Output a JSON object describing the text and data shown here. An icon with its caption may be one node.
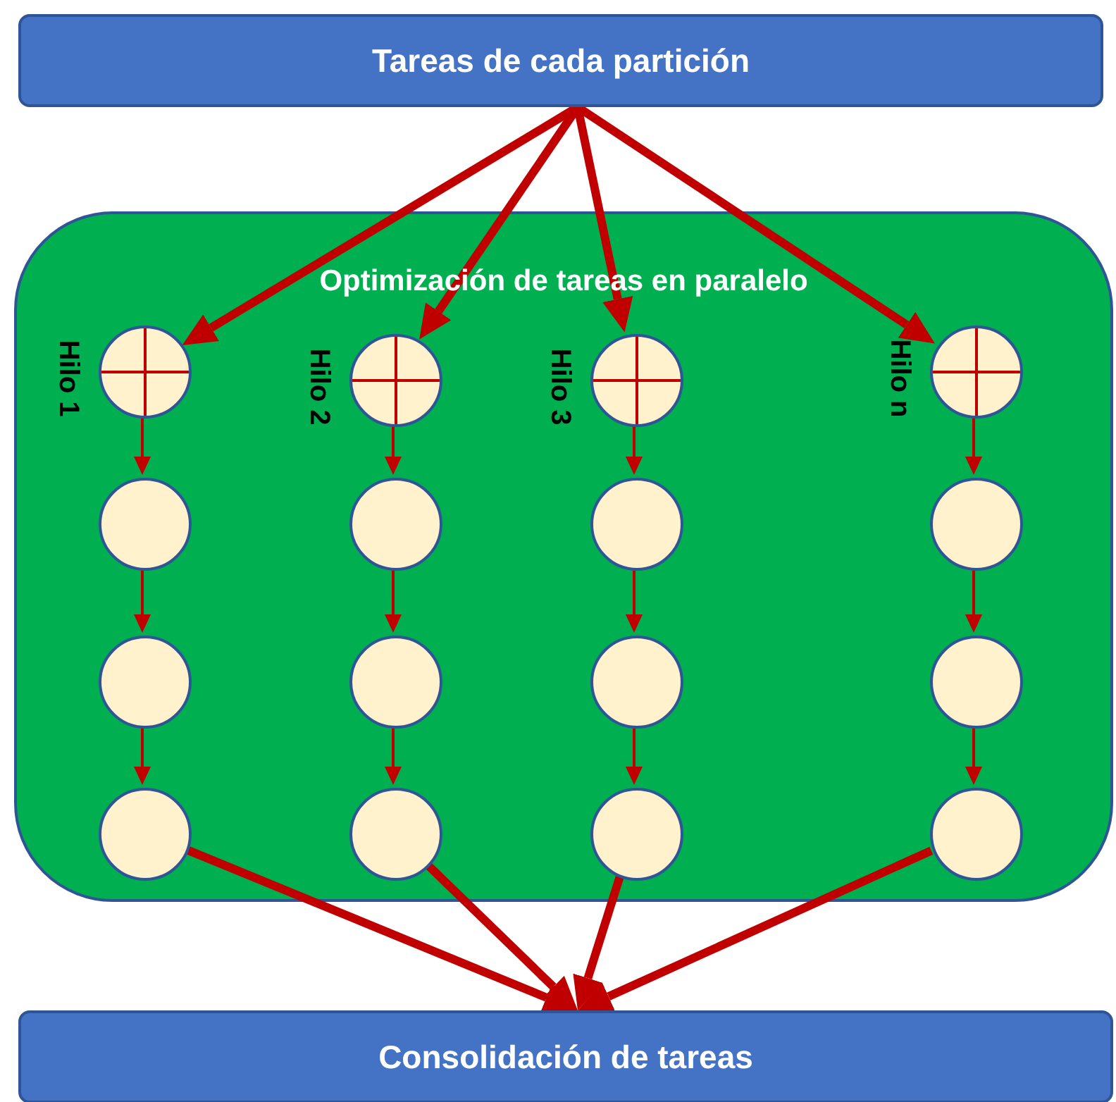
{
  "diagram": {
    "nodes": [
      {
        "text": [
          "Tareas de cada partición"
        ]
      },
      {
        "text": [
          "Optimización de tareas en paralelo"
        ]
      },
      {
        "text": [],
        "shape": "circle",
        "in": 1,
        "beside": [
          "Hilo 1"
        ]
      },
      {
        "text": [],
        "shape": "circle",
        "in": 1,
        "beside": [
          "Hilo 2"
        ]
      },
      {
        "text": [],
        "shape": "circle",
        "in": 1,
        "beside": [
          "Hilo 3"
        ]
      },
      {
        "text": [],
        "shape": "circle",
        "in": 1,
        "beside": [
          "Hilo n"
        ]
      },
      {
        "text": [],
        "shape": "circle",
        "in": 1
      },
      {
        "text": [],
        "shape": "circle",
        "in": 1
      },
      {
        "text": [],
        "shape": "circle",
        "in": 1
      },
      {
        "text": [],
        "shape": "circle",
        "in": 1
      },
      {
        "text": [],
        "shape": "circle",
        "in": 1
      },
      {
        "text": [],
        "shape": "circle",
        "in": 1
      },
      {
        "text": [],
        "shape": "circle",
        "in": 1
      },
      {
        "text": [],
        "shape": "circle",
        "in": 1
      },
      {
        "text": [],
        "shape": "circle",
        "in": 1
      },
      {
        "text": [],
        "shape": "circle",
        "in": 1
      },
      {
        "text": [],
        "shape": "circle",
        "in": 1
      },
      {
        "text": [],
        "shape": "circle",
        "in": 1
      },
      {
        "text": [
          "Consolidación de tareas"
        ]
      }
    ],
    "edges": [
      {
        "from": 0,
        "to": 2,
        "arrow": "to",
        "style": "thick"
      },
      {
        "from": 0,
        "to": 3,
        "arrow": "to",
        "style": "thick"
      },
      {
        "from": 0,
        "to": 4,
        "arrow": "to",
        "style": "thick"
      },
      {
        "from": 0,
        "to": 5,
        "arrow": "to",
        "style": "thick"
      },
      {
        "from": 2,
        "to": 6,
        "arrow": "to"
      },
      {
        "from": 3,
        "to": 7,
        "arrow": "to"
      },
      {
        "from": 4,
        "to": 8,
        "arrow": "to"
      },
      {
        "from": 5,
        "to": 9,
        "arrow": "to"
      },
      {
        "from": 6,
        "to": 10,
        "arrow": "to"
      },
      {
        "from": 7,
        "to": 11,
        "arrow": "to"
      },
      {
        "from": 8,
        "to": 12,
        "arrow": "to"
      },
      {
        "from": 9,
        "to": 13,
        "arrow": "to"
      },
      {
        "from": 10,
        "to": 14,
        "arrow": "to"
      },
      {
        "from": 11,
        "to": 15,
        "arrow": "to"
      },
      {
        "from": 12,
        "to": 16,
        "arrow": "to"
      },
      {
        "from": 13,
        "to": 17,
        "arrow": "to"
      },
      {
        "from": 14,
        "to": 18,
        "arrow": "to",
        "style": "thick"
      },
      {
        "from": 15,
        "to": 18,
        "arrow": "to",
        "style": "thick"
      },
      {
        "from": 16,
        "to": 18,
        "arrow": "to",
        "style": "thick"
      },
      {
        "from": 17,
        "to": 18,
        "arrow": "to",
        "style": "thick"
      }
    ]
  }
}
